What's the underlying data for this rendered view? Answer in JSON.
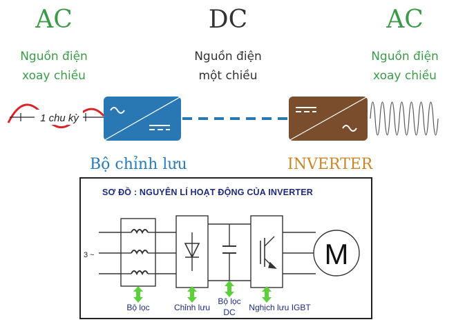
{
  "top": {
    "left_title": "AC",
    "left_sub_1": "Nguồn điện",
    "left_sub_2": "xoay chiều",
    "mid_title": "DC",
    "mid_sub_1": "Nguồn điện",
    "mid_sub_2": "một chiều",
    "right_title": "AC",
    "right_sub_1": "Nguồn điện",
    "right_sub_2": "xoay chiều",
    "cycle_label": "1 chu kỳ",
    "rectifier_label": "Bộ chỉnh lưu",
    "inverter_label": "INVERTER"
  },
  "schematic": {
    "title": "SƠ ĐỒ : NGUYÊN LÍ HOẠT ĐỘNG CỦA INVERTER",
    "input_label": "3 ~",
    "motor_label": "M",
    "labels": {
      "filter": "Bộ lọc",
      "rectifier": "Chỉnh lưu",
      "dc_filter_1": "Bộ lọc",
      "dc_filter_2": "DC",
      "inverter": "Nghịch lưu IGBT"
    }
  },
  "colors": {
    "green": "#3c9a4a",
    "rectifier_box": "#2a78b3",
    "inverter_box": "#7a4e2c",
    "label_blue": "#2a7ab8",
    "label_orange": "#c8862a",
    "wave_red": "#d8232a",
    "arrow_green": "#5dcf3a"
  }
}
